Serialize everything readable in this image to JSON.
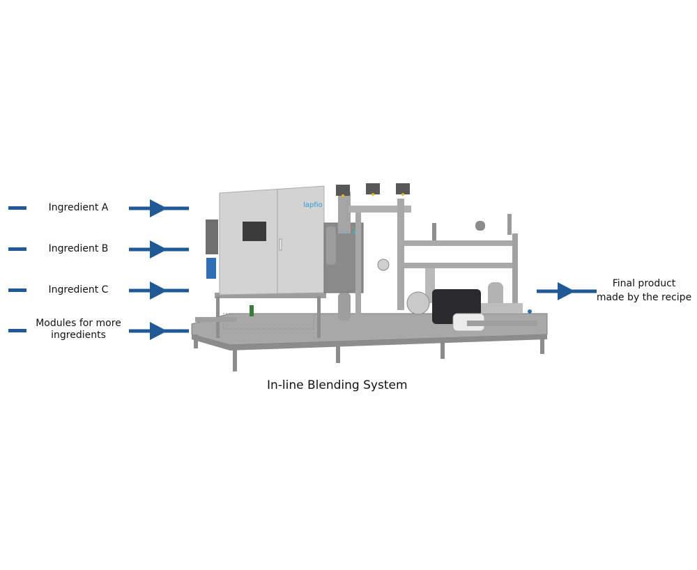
{
  "inputs": [
    {
      "label": "Ingredient A"
    },
    {
      "label": "Ingredient B"
    },
    {
      "label": "Ingredient C"
    },
    {
      "label_line1": "Modules for more",
      "label_line2": "ingredients"
    }
  ],
  "machine": {
    "caption": "In-line Blending System",
    "logo": "lapfio"
  },
  "output": {
    "line1": "Final product",
    "line2": "made by the recipe"
  },
  "colors": {
    "arrow": "#1f5a96",
    "frame": "#9a9a9a",
    "cabinet": "#cfcfd0",
    "motor": "#2a2a2c"
  }
}
